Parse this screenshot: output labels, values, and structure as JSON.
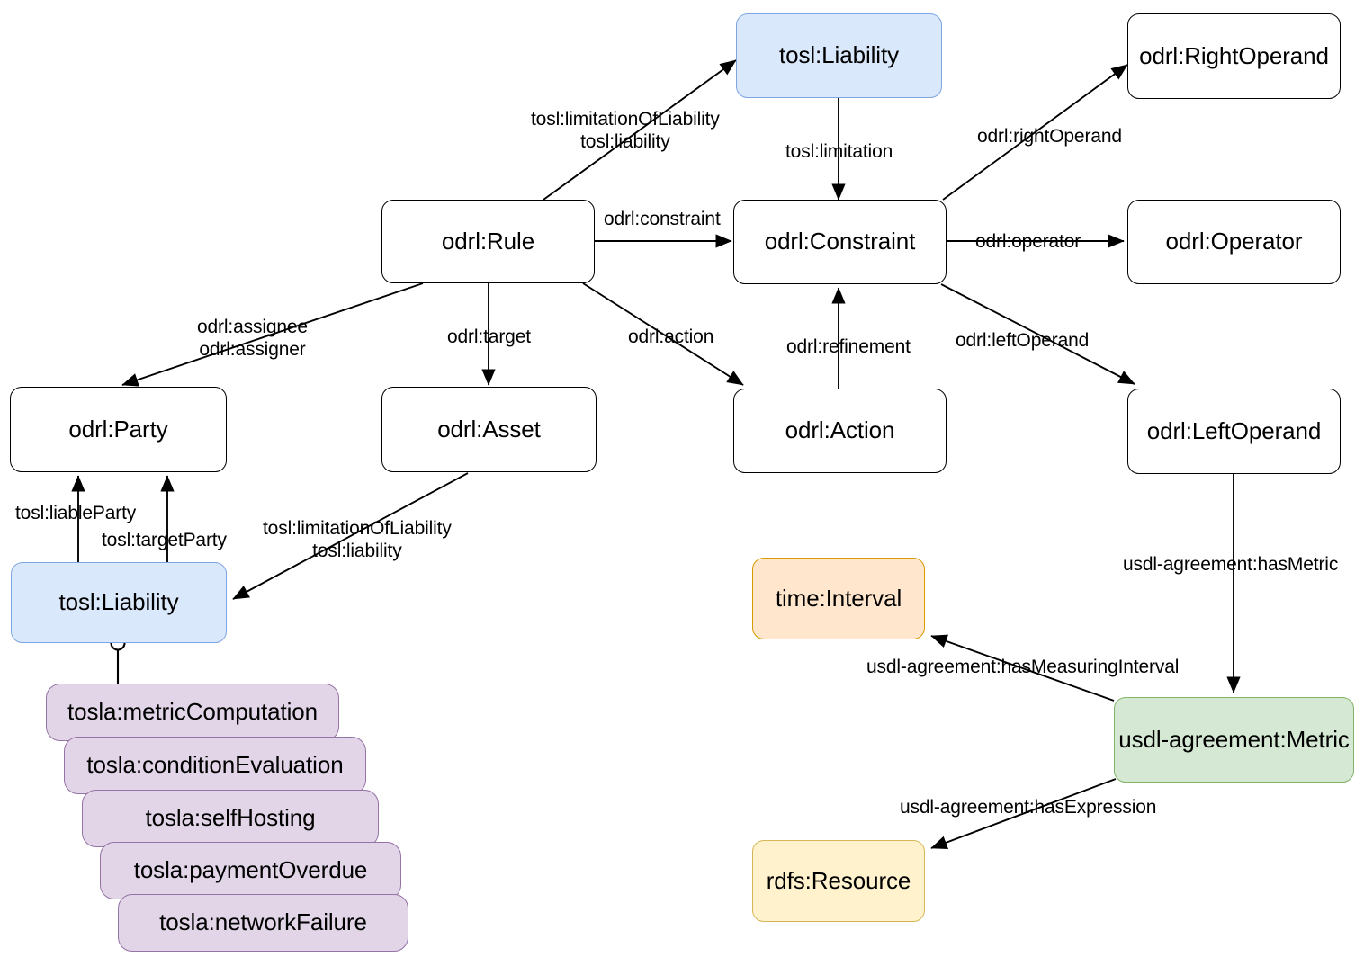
{
  "diagram": {
    "title": "ODRL / TOSL / USDL-agreement ontology class relationships",
    "colors": {
      "blue_fill": "#dae8fc",
      "blue_stroke": "#7ea6e0",
      "green_fill": "#d5e8d4",
      "green_stroke": "#82b366",
      "orange_fill": "#ffe6cc",
      "orange_stroke": "#d79b00",
      "yellow_fill": "#fff2cc",
      "yellow_stroke": "#d6b656",
      "purple_fill": "#e1d5e7",
      "purple_stroke": "#9673a6",
      "default_fill": "#ffffff",
      "default_stroke": "#000000"
    },
    "nodes": [
      {
        "id": "toslLiabilityTop",
        "label": "tosl:Liability",
        "style": "blue"
      },
      {
        "id": "odrlRightOperand",
        "label": "odrl:RightOperand",
        "style": "plain"
      },
      {
        "id": "odrlRule",
        "label": "odrl:Rule",
        "style": "plain"
      },
      {
        "id": "odrlConstraint",
        "label": "odrl:Constraint",
        "style": "plain"
      },
      {
        "id": "odrlOperator",
        "label": "odrl:Operator",
        "style": "plain"
      },
      {
        "id": "odrlParty",
        "label": "odrl:Party",
        "style": "plain"
      },
      {
        "id": "odrlAsset",
        "label": "odrl:Asset",
        "style": "plain"
      },
      {
        "id": "odrlAction",
        "label": "odrl:Action",
        "style": "plain"
      },
      {
        "id": "odrlLeftOperand",
        "label": "odrl:LeftOperand",
        "style": "plain"
      },
      {
        "id": "toslLiabilityBottom",
        "label": "tosl:Liability",
        "style": "blue"
      },
      {
        "id": "timeInterval",
        "label": "time:Interval",
        "style": "orange"
      },
      {
        "id": "usdlMetric",
        "label": "usdl-agreement:Metric",
        "style": "green"
      },
      {
        "id": "rdfsResource",
        "label": "rdfs:Resource",
        "style": "yellow"
      }
    ],
    "stack": [
      {
        "id": "metricComputation",
        "label": "tosla:metricComputation"
      },
      {
        "id": "conditionEvaluation",
        "label": "tosla:conditionEvaluation"
      },
      {
        "id": "selfHosting",
        "label": "tosla:selfHosting"
      },
      {
        "id": "paymentOverdue",
        "label": "tosla:paymentOverdue"
      },
      {
        "id": "networkFailure",
        "label": "tosla:networkFailure"
      }
    ],
    "edge_labels": {
      "rule_to_liability_line1": "tosl:limitationOfLiability",
      "rule_to_liability_line2": "tosl:liability",
      "liability_to_constraint": "tosl:limitation",
      "constraint_to_rightoperand": "odrl:rightOperand",
      "rule_to_constraint": "odrl:constraint",
      "constraint_to_operator": "odrl:operator",
      "rule_to_party_line1": "odrl:assignee",
      "rule_to_party_line2": "odrl:assigner",
      "rule_to_asset": "odrl:target",
      "rule_to_action": "odrl:action",
      "action_to_constraint": "odrl:refinement",
      "constraint_to_leftoperand": "odrl:leftOperand",
      "liability_to_party_liable": "tosl:liableParty",
      "liability_to_party_target": "tosl:targetParty",
      "asset_to_liability_line1": "tosl:limitationOfLiability",
      "asset_to_liability_line2": "tosl:liability",
      "leftoperand_to_metric": "usdl-agreement:hasMetric",
      "metric_to_interval": "usdl-agreement:hasMeasuringInterval",
      "metric_to_resource": "usdl-agreement:hasExpression"
    }
  }
}
